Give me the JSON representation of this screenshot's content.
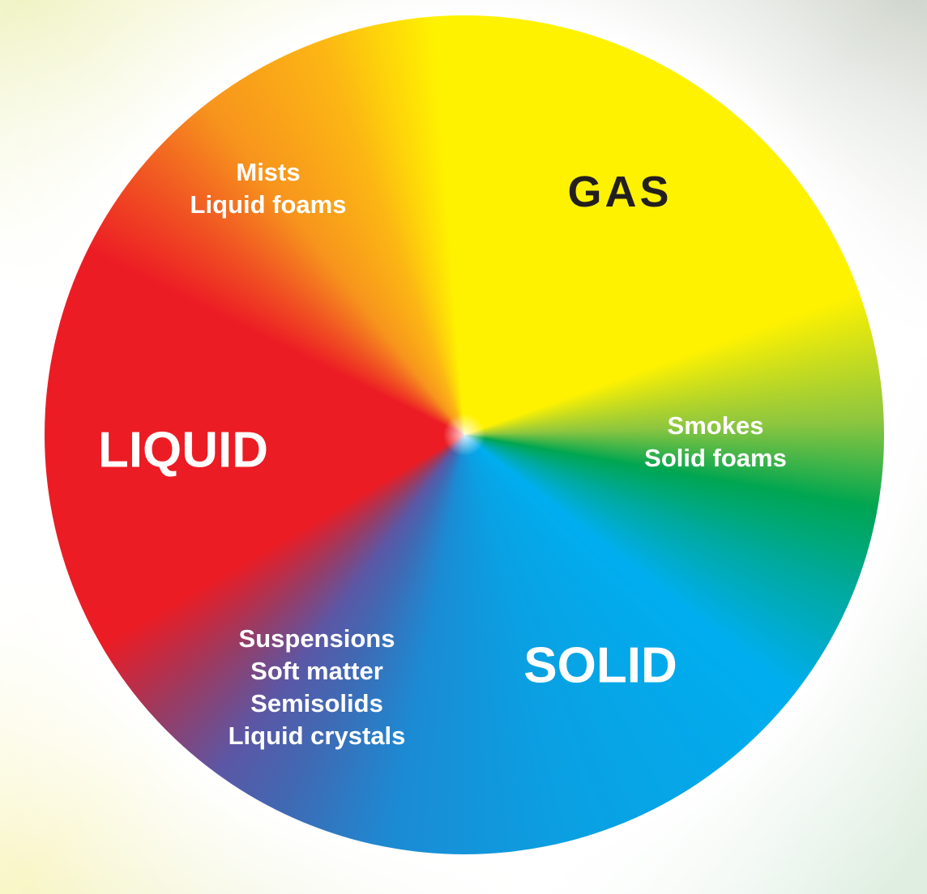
{
  "diagram": {
    "type": "states-of-matter-color-wheel",
    "labels": {
      "gas": {
        "text": "GAS"
      },
      "liquid": {
        "text": "LIQUID"
      },
      "solid": {
        "text": "SOLID"
      },
      "mists": {
        "lines": [
          "Mists",
          "Liquid foams"
        ]
      },
      "smokes": {
        "lines": [
          "Smokes",
          "Solid foams"
        ]
      },
      "suspensions": {
        "lines": [
          "Suspensions",
          "Soft matter",
          "Semisolids",
          "Liquid crystals"
        ]
      }
    },
    "colors": {
      "gas_sector": "#FFF200",
      "smokes_sector": "#00A651",
      "solid_sector": "#00AEEF",
      "suspensions_sector": "#5B57A5",
      "liquid_sector": "#EC1C24",
      "mists_sector": "#F7941D",
      "gas_text": "#231F20",
      "label_text": "#FFFFFF",
      "background_pale_yellow": "#F9F6C8",
      "background_pale_green": "#E0EFE3",
      "background_gray": "#D0D6CD",
      "background_white": "#FFFFFF"
    }
  }
}
